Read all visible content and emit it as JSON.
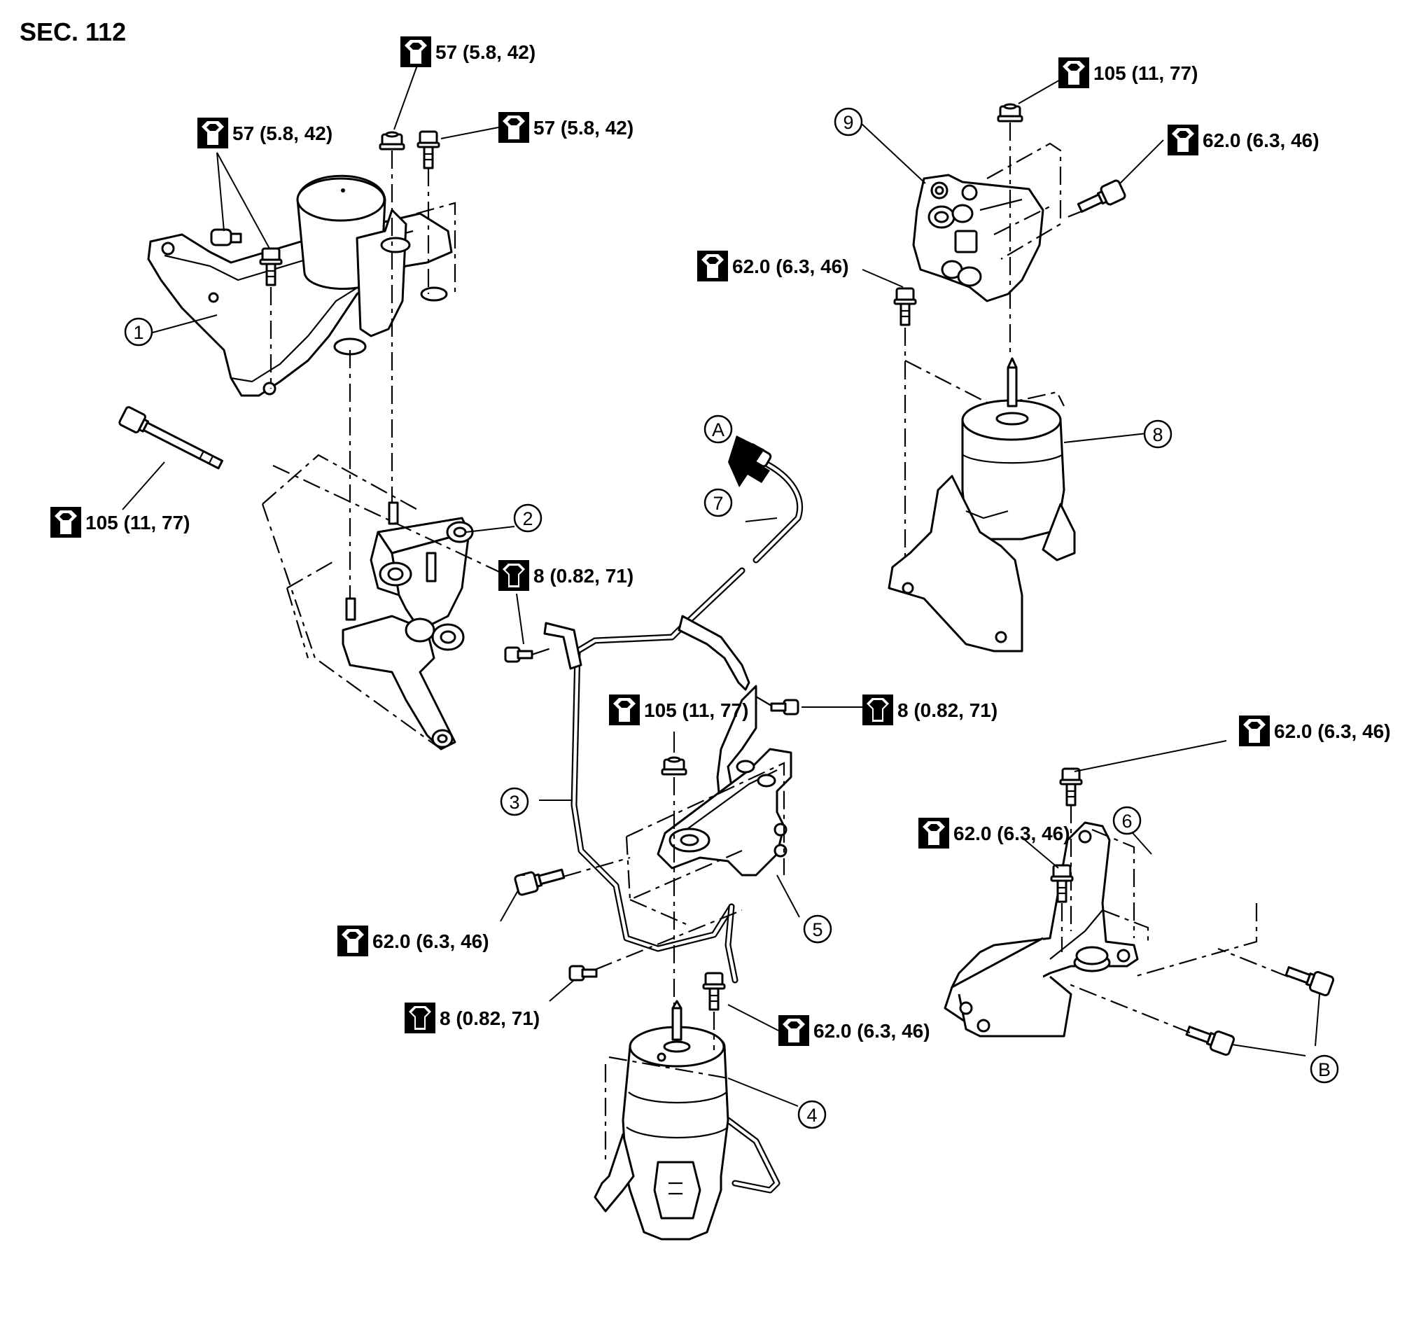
{
  "section_label": "SEC. 112",
  "torque_specs": {
    "t_top_center": "57 (5.8, 42)",
    "t_top_right": "57 (5.8, 42)",
    "t_top_left": "57 (5.8, 42)",
    "t_left_bolt": "105 (11, 77)",
    "t_bracket_upper": "8 (0.82, 71)",
    "t_bracket_right": "8 (0.82, 71)",
    "t_center_nut": "105 (11, 77)",
    "t_center_bolt_left": "62.0 (6.3, 46)",
    "t_bracket_lower": "8 (0.82, 71)",
    "t_lower_bolt": "62.0 (6.3, 46)",
    "t_right_top_nut": "105 (11, 77)",
    "t_right_top_bolt": "62.0 (6.3, 46)",
    "t_right_mid_bolt": "62.0 (6.3, 46)",
    "t_right_lower_bolt_a": "62.0 (6.3, 46)",
    "t_right_lower_bolt_b": "62.0 (6.3, 46)"
  },
  "callouts": {
    "c1": "1",
    "c2": "2",
    "c3": "3",
    "c4": "4",
    "c5": "5",
    "c6": "6",
    "c7": "7",
    "c8": "8",
    "c9": "9",
    "cA": "A",
    "cB": "B"
  },
  "icons": {
    "torque_wrench": "torque-wrench-icon",
    "torque_wrench_dark": "torque-wrench-filled-icon"
  }
}
